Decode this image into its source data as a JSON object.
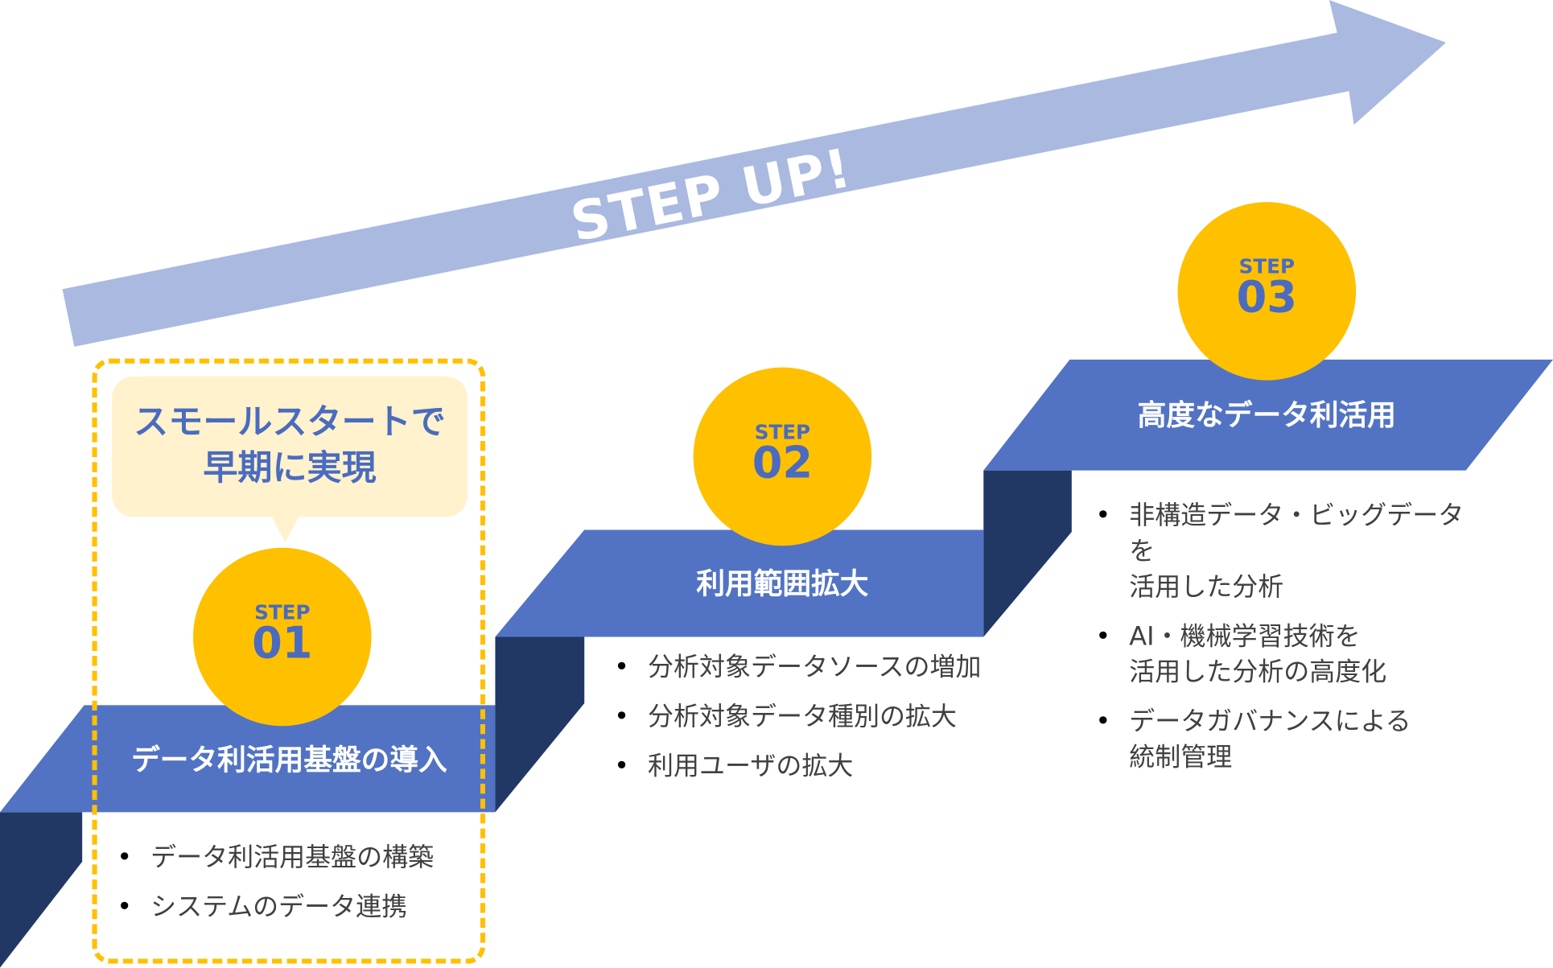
{
  "colors": {
    "arrow": "#a9b9e0",
    "band": "#5273c4",
    "riser": "#213864",
    "circle": "#ffc000",
    "accent_text": "#4a6bbf",
    "callout_bg": "#fff2cc",
    "body_text": "#404040"
  },
  "arrow": {
    "label": "STEP UP!"
  },
  "callout": {
    "line1": "スモールスタートで",
    "line2": "早期に実現"
  },
  "steps": [
    {
      "step_label": "STEP",
      "number": "01",
      "title": "データ利活用基盤の導入",
      "items": [
        "データ利活用基盤の構築",
        "システムのデータ連携"
      ]
    },
    {
      "step_label": "STEP",
      "number": "02",
      "title": "利用範囲拡大",
      "items": [
        "分析対象データソースの増加",
        "分析対象データ種別の拡大",
        "利用ユーザの拡大"
      ]
    },
    {
      "step_label": "STEP",
      "number": "03",
      "title": "高度なデータ利活用",
      "items": [
        {
          "line1": "非構造データ・ビッグデータを",
          "line2": "活用した分析"
        },
        {
          "line1": "AI・機械学習技術を",
          "line2": "活用した分析の高度化"
        },
        {
          "line1": "データガバナンスによる",
          "line2": "統制管理"
        }
      ]
    }
  ]
}
